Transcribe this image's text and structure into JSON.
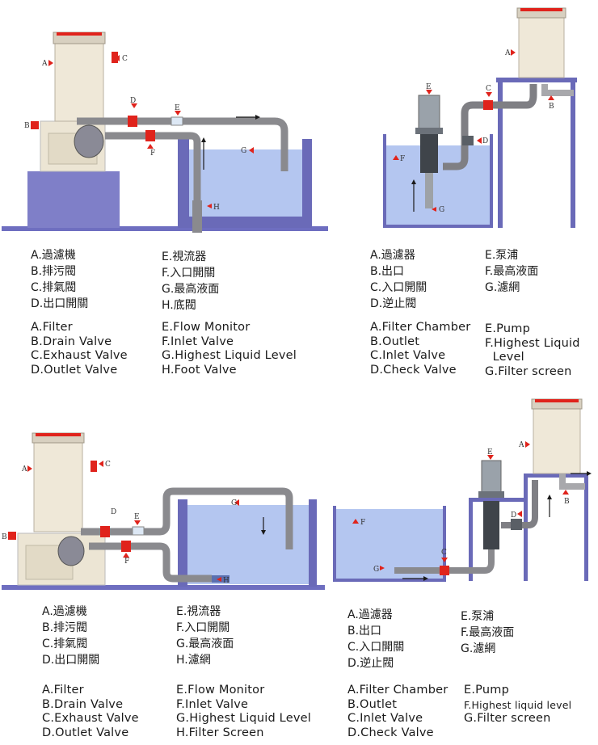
{
  "diagrams": [
    {
      "id": "top-left",
      "callouts": [
        "A",
        "B",
        "C",
        "D",
        "E",
        "F",
        "G",
        "H"
      ],
      "legend_zh_col1": [
        "A.過濾機",
        "B.排污閥",
        "C.排氣閥",
        "D.出口開關"
      ],
      "legend_zh_col2": [
        "E.視流器",
        "F.入口開關",
        "G.最高液面",
        "H.底閥"
      ],
      "legend_en_col1": [
        "A.Filter",
        "B.Drain Valve",
        "C.Exhaust Valve",
        "D.Outlet Valve"
      ],
      "legend_en_col2": [
        "E.Flow Monitor",
        "F.Inlet Valve",
        "G.Highest Liquid Level",
        "H.Foot Valve"
      ]
    },
    {
      "id": "top-right",
      "callouts": [
        "A",
        "B",
        "C",
        "D",
        "E",
        "F",
        "G"
      ],
      "legend_zh_col1": [
        "A.過濾器",
        "B.出口",
        "C.入口開關",
        "D.逆止閥"
      ],
      "legend_zh_col2": [
        "E.泵浦",
        "F.最高液面",
        "G.濾網"
      ],
      "legend_en_col1": [
        "A.Filter Chamber",
        "B.Outlet",
        "C.Inlet Valve",
        "D.Check Valve"
      ],
      "legend_en_col2": [
        "E.Pump",
        "F.Highest Liquid",
        "  Level",
        "G.Filter screen"
      ]
    },
    {
      "id": "bottom-left",
      "callouts": [
        "A",
        "B",
        "C",
        "D",
        "E",
        "F",
        "G",
        "H"
      ],
      "legend_zh_col1": [
        "A.過濾機",
        "B.排污閥",
        "C.排氣閥",
        "D.出口開關"
      ],
      "legend_zh_col2": [
        "E.視流器",
        "F.入口開關",
        "G.最高液面",
        "H.濾網"
      ],
      "legend_en_col1": [
        "A.Filter",
        "B.Drain Valve",
        "C.Exhaust Valve",
        "D.Outlet Valve"
      ],
      "legend_en_col2": [
        "E.Flow Monitor",
        "F.Inlet Valve",
        "G.Highest Liquid Level",
        "H.Filter Screen"
      ]
    },
    {
      "id": "bottom-right",
      "callouts": [
        "A",
        "B",
        "C",
        "D",
        "E",
        "F",
        "G"
      ],
      "legend_zh_col1": [
        "A.過濾器",
        "B.出口",
        "C.入口開關",
        "D.逆止閥"
      ],
      "legend_zh_col2": [
        "E.泵浦",
        "F.最高液面",
        "G.濾網"
      ],
      "legend_en_col1": [
        "A.Filter Chamber",
        "B.Outlet",
        "C.Inlet Valve",
        "D.Check Valve"
      ],
      "legend_en_col2": [
        "E.Pump",
        "F.Highest liquid level",
        "G.Filter screen"
      ]
    }
  ],
  "colors": {
    "tank_water": "#b4c6f0",
    "tank_wall": "#6a6ab8",
    "platform": "#7b7bc4",
    "floor": "#6e6ec0",
    "pipe": "#8a8a8e",
    "filter_body": "#efe8d8",
    "valve_red": "#e0231c",
    "arrow": "#1a1a1a"
  }
}
